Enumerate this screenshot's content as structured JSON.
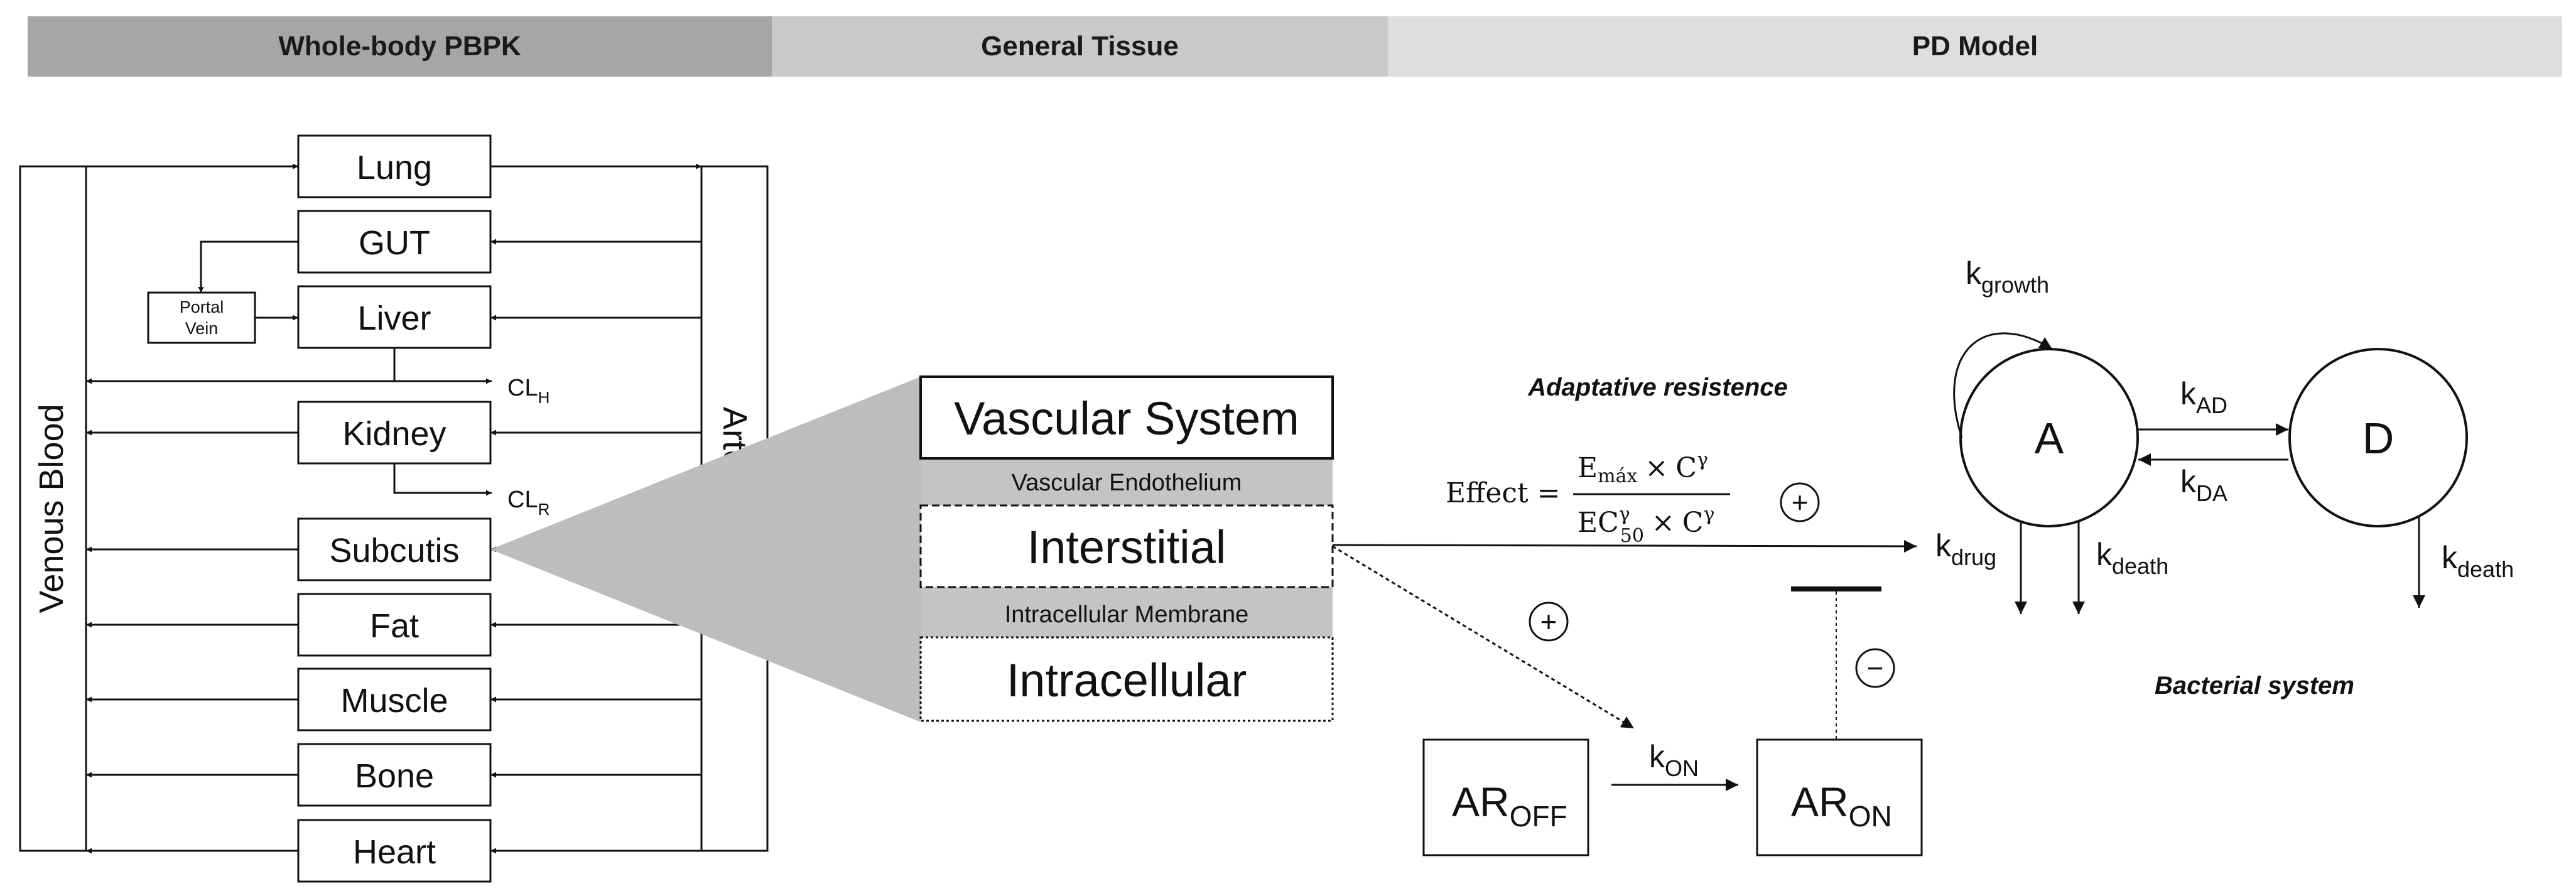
{
  "header": {
    "band1": "Whole-body PBPK",
    "band2": "General Tissue",
    "band3": "PD Model"
  },
  "pbpk": {
    "venous_label": "Venous Blood",
    "arterial_label": "Arterial Blood",
    "organs": [
      "Lung",
      "GUT",
      "Liver",
      "Kidney",
      "Subcutis",
      "Fat",
      "Muscle",
      "Bone",
      "Heart"
    ],
    "portal_vein": {
      "line1": "Portal",
      "line2": "Vein"
    },
    "clearance_hepatic": {
      "main": "CL",
      "sub": "H"
    },
    "clearance_renal": {
      "main": "CL",
      "sub": "R"
    }
  },
  "tissue": {
    "vascular": "Vascular System",
    "endothelium": "Vascular Endothelium",
    "interstitial": "Interstitial",
    "membrane": "Intracellular Membrane",
    "intracellular": "Intracellular"
  },
  "pd": {
    "adaptative_title": "Adaptative resistence",
    "bacterial_title": "Bacterial system",
    "effect_label": "Effect =",
    "emax": "E",
    "emax_sub": "máx",
    "times": "×",
    "c": "C",
    "gamma": "γ",
    "ec": "EC",
    "ec_sub": "50",
    "plus": "+",
    "minus": "−",
    "node_a": "A",
    "node_d": "D",
    "k": "k",
    "k_growth": "growth",
    "k_ad": "AD",
    "k_da": "DA",
    "k_drug": "drug",
    "k_death": "death",
    "k_on": "ON",
    "ar": "AR",
    "ar_off": "OFF",
    "ar_on": "ON"
  }
}
